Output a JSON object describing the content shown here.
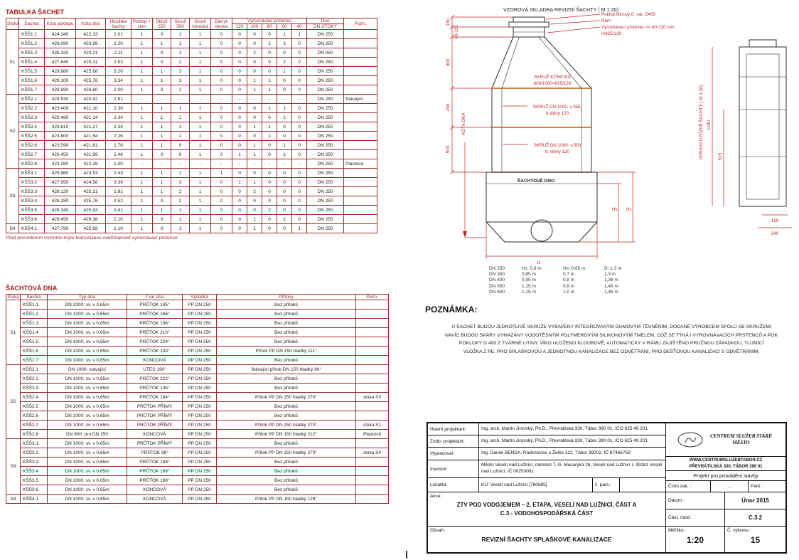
{
  "colors": {
    "accent_red": "#c22525",
    "table_border": "#9a2b2b",
    "seal_orange": "#cc5500"
  },
  "tabulka_sachet": {
    "title": "TABULKA ŠACHET",
    "footnote": "Před provedením vrchního krytu komunikace ověřit/upravit vyrovnávací prstence",
    "headers": {
      "stoka": "Stoka",
      "sachta": "Šachta",
      "kota_poklopu": "Kóta poklopu",
      "kota_dna": "Kóta dna",
      "hloubka": "Hloubka šachty",
      "poklop_ram": "Poklop + rám",
      "skruz_250": "Skruž 250",
      "skruz_500": "Skruž 500",
      "skruz_konicka": "Skruž kónická",
      "zakryt_deska": "Zákryt. deska",
      "prstenec": "Vyrovnávací prstenec",
      "prstenec_sub": [
        "120",
        "100",
        "80",
        "60",
        "40"
      ],
      "dno": "Dno",
      "dno_sub": "DN STOKY",
      "pozn": "Pozn."
    },
    "groups": [
      {
        "stoka": "S1",
        "rows": [
          [
            "KŠŠ1.1",
            "424.340",
            "422,33",
            "2.01",
            "1",
            "0",
            "1",
            "1",
            "0",
            "0",
            "0",
            "0",
            "1",
            "1",
            "DN 250",
            ""
          ],
          [
            "KŠŠ1.2",
            "426.090",
            "423,89",
            "2.20",
            "1",
            "1",
            "1",
            "1",
            "0",
            "0",
            "0",
            "1",
            "1",
            "0",
            "DN 250",
            ""
          ],
          [
            "KŠŠ1.3",
            "426.320",
            "424,21",
            "2.11",
            "1",
            "0",
            "1",
            "1",
            "0",
            "0",
            "2",
            "0",
            "0",
            "0",
            "DN 250",
            ""
          ],
          [
            "KŠŠ1.4",
            "427.840",
            "425,31",
            "2.53",
            "1",
            "0",
            "2",
            "1",
            "0",
            "0",
            "0",
            "0",
            "2",
            "0",
            "DN 250",
            ""
          ],
          [
            "KŠŠ1.5",
            "428.880",
            "425,68",
            "3.20",
            "1",
            "1",
            "3",
            "1",
            "0",
            "0",
            "0",
            "0",
            "1",
            "0",
            "DN 250",
            ""
          ],
          [
            "KŠŠ1.6",
            "429.100",
            "425,76",
            "3.34",
            "1",
            "1",
            "3",
            "1",
            "0",
            "0",
            "1",
            "1",
            "0",
            "0",
            "DN 250",
            ""
          ],
          [
            "KŠŠ1.7",
            "428.690",
            "426,60",
            "2.09",
            "1",
            "0",
            "1",
            "1",
            "0",
            "0",
            "1",
            "1",
            "0",
            "0",
            "DN 250",
            ""
          ]
        ]
      },
      {
        "stoka": "S2",
        "rows": [
          [
            "KŠŠ2.1",
            "423.530",
            "420,92",
            "2,61",
            "-",
            "-",
            "-",
            "-",
            "-",
            "-",
            "-",
            "-",
            "-",
            "-",
            "DN 250",
            "Stávající"
          ],
          [
            "KŠŠ2.2",
            "423.400",
            "421,10",
            "2.30",
            "1",
            "1",
            "1",
            "1",
            "0",
            "0",
            "0",
            "1",
            "1",
            "0",
            "DN 250",
            ""
          ],
          [
            "KŠŠ2.3",
            "423.480",
            "421,14",
            "2.34",
            "1",
            "1",
            "1",
            "1",
            "0",
            "0",
            "0",
            "0",
            "1",
            "0",
            "DN 250",
            ""
          ],
          [
            "KŠŠ2.4",
            "423.610",
            "421,27",
            "2.34",
            "1",
            "1",
            "1",
            "1",
            "0",
            "0",
            "1",
            "1",
            "0",
            "0",
            "DN 250",
            ""
          ],
          [
            "KŠŠ2.5",
            "423.800",
            "421,54",
            "2.26",
            "1",
            "1",
            "1",
            "1",
            "0",
            "0",
            "0",
            "1",
            "0",
            "0",
            "DN 250",
            ""
          ],
          [
            "KŠŠ2.6",
            "423.590",
            "421,81",
            "1.78",
            "1",
            "1",
            "0",
            "1",
            "0",
            "0",
            "1",
            "0",
            "1",
            "0",
            "DN 250",
            ""
          ],
          [
            "KŠŠ2.7",
            "423.450",
            "421,99",
            "1.46",
            "1",
            "0",
            "0",
            "1",
            "0",
            "1",
            "1",
            "0",
            "1",
            "0",
            "DN 250",
            ""
          ],
          [
            "KŠŠ2.8",
            "423.260",
            "422,26",
            "1,00",
            "-",
            "-",
            "-",
            "-",
            "-",
            "-",
            "-",
            "-",
            "-",
            "-",
            "DN 250",
            "Plastová"
          ]
        ]
      },
      {
        "stoka": "S3",
        "rows": [
          [
            "KŠŠ3.1",
            "425.960",
            "423,53",
            "2.43",
            "1",
            "1",
            "1",
            "1",
            "1",
            "0",
            "0",
            "0",
            "0",
            "0",
            "DN 250",
            ""
          ],
          [
            "KŠŠ3.2",
            "427.950",
            "424,56",
            "3.39",
            "1",
            "1",
            "3",
            "1",
            "0",
            "1",
            "1",
            "0",
            "0",
            "0",
            "DN 250",
            ""
          ],
          [
            "KŠŠ3.3",
            "428.120",
            "425,21",
            "2.91",
            "1",
            "1",
            "2",
            "1",
            "0",
            "0",
            "2",
            "0",
            "0",
            "0",
            "DN 250",
            ""
          ],
          [
            "KŠŠ3.4",
            "428.280",
            "425,76",
            "2.52",
            "1",
            "0",
            "2",
            "1",
            "0",
            "0",
            "0",
            "0",
            "0",
            "0",
            "DN 250",
            ""
          ],
          [
            "KŠŠ3.5",
            "428.340",
            "425,93",
            "2.41",
            "1",
            "1",
            "1",
            "1",
            "0",
            "0",
            "0",
            "2",
            "0",
            "0",
            "DN 250",
            ""
          ],
          [
            "KŠŠ3.6",
            "428.450",
            "426,38",
            "2.10",
            "1",
            "0",
            "1",
            "1",
            "0",
            "0",
            "1",
            "0",
            "1",
            "0",
            "DN 250",
            ""
          ]
        ]
      },
      {
        "stoka": "S4",
        "rows": [
          [
            "KŠŠ4.1",
            "427.790",
            "425,69",
            "2.10",
            "1",
            "0",
            "1",
            "1",
            "0",
            "0",
            "1",
            "0",
            "0",
            "1",
            "DN 250",
            ""
          ]
        ]
      }
    ]
  },
  "sachtova_dna": {
    "title": "ŠACHTOVÁ DNA",
    "headers": [
      "Stoka",
      "Šachta",
      "Typ dna",
      "Tvar dna",
      "Výstelka",
      "Přítoky",
      "Pozn."
    ],
    "groups": [
      {
        "stoka": "S1",
        "rows": [
          [
            "KŠŠ1.1",
            "DN 1000; sv. v 0,65m",
            "PRŮTOK 145°",
            "PP DN 250",
            "Bez přítoků",
            ""
          ],
          [
            "KŠŠ1.2",
            "DN 1000; sv. v 0,65m",
            "PRŮTOK 266°",
            "PP DN 250",
            "Bez přítoků",
            ""
          ],
          [
            "KŠŠ1.3",
            "DN 1000; sv. v 0,65m",
            "PRŮTOK 196°",
            "PP DN 250",
            "Bez přítoků",
            ""
          ],
          [
            "KŠŠ1.4",
            "DN 1000; sv. v 0,65m",
            "PRŮTOK 210°",
            "PP DN 250",
            "Bez přítoků",
            ""
          ],
          [
            "KŠŠ1.5",
            "DN 1000; sv. v 0,65m",
            "PRŮTOK 224°",
            "PP DN 250",
            "Bez přítoků",
            ""
          ],
          [
            "KŠŠ1.6",
            "DN 1000; sv. v 0,65m",
            "PRŮTOK 243°",
            "PP DN 250",
            "Přítok PP DN 150 hladký 111°",
            ""
          ],
          [
            "KŠŠ1.7",
            "DN 1000; sv. v 0,65m",
            "KONCOVÁ",
            "PP DN 250",
            "Bez přítoků",
            ""
          ]
        ]
      },
      {
        "stoka": "S2",
        "rows": [
          [
            "KŠŠ2.1",
            "DN 1000; stávající",
            "ÚTES 190°",
            "PP DN 250",
            "Stávající přítok DN 150 hladký 80°",
            ""
          ],
          [
            "KŠŠ2.2",
            "DN 1000; sv. v 0,65m",
            "PRŮTOK 222°",
            "PP DN 250",
            "Bez přítoků",
            ""
          ],
          [
            "KŠŠ2.3",
            "DN 1000; sv. v 0,65m",
            "PRŮTOK 145°",
            "PP DN 250",
            "Bez přítoků",
            ""
          ],
          [
            "KŠŠ2.4",
            "DN 1000; sv. v 0,65m",
            "PRŮTOK 184°",
            "PP DN 250",
            "Přítok PP DN 250 hladký 270°",
            "stoka S3"
          ],
          [
            "KŠŠ2.5",
            "DN 1000; sv. v 0,65m",
            "PRŮTOK PŘÍMÝ",
            "PP DN 250",
            "Bez přítoků",
            ""
          ],
          [
            "KŠŠ2.6",
            "DN 1000; sv. v 0,65m",
            "PRŮTOK PŘÍMÝ",
            "PP DN 250",
            "Bez přítoků",
            ""
          ],
          [
            "KŠŠ2.7",
            "DN 1000; sv. v 0,65m",
            "PRŮTOK PŘÍMÝ",
            "PP DN 250",
            "Přítok PP DN 250 hladký 270°",
            "stoka S1"
          ],
          [
            "KŠŠ2.8",
            "DN 800; pro DN 250",
            "KONCOVÁ",
            "PP DN 250",
            "Přítok PP DN 150 hladký 212°",
            "Plastová"
          ]
        ]
      },
      {
        "stoka": "S3",
        "rows": [
          [
            "KŠŠ3.1",
            "DN 1000; sv. v 0,65m",
            "PRŮTOK PŘÍMÝ",
            "PP DN 250",
            "Bez přítoků",
            ""
          ],
          [
            "KŠŠ3.2",
            "DN 1000; sv. v 0,65m",
            "PRŮTOK 98°",
            "PP DN 250",
            "Přítok PP DN 250 hladký 270°",
            "stoka S4"
          ],
          [
            "KŠŠ3.3",
            "DN 1000; sv. v 0,65m",
            "PRŮTOK 188°",
            "PP DN 250",
            "Bez přítoků",
            ""
          ],
          [
            "KŠŠ3.4",
            "DN 1000; sv. v 0,65m",
            "PRŮTOK 166°",
            "PP DN 250",
            "Bez přítoků",
            ""
          ],
          [
            "KŠŠ3.5",
            "DN 1000; sv. v 0,65m",
            "PRŮTOK 198°",
            "PP DN 250",
            "Bez přítoků",
            ""
          ],
          [
            "KŠŠ3.6",
            "DN 1000; sv. v 0,65m",
            "KONCOVÁ",
            "PP DN 250",
            "Bez přítoků",
            ""
          ]
        ]
      },
      {
        "stoka": "S4",
        "rows": [
          [
            "KŠŠ4.1",
            "DN 1000; sv. v 0,65m",
            "KONCOVÁ",
            "PP DN 250",
            "Přítok PP DN 150 hladký 129°",
            ""
          ]
        ]
      }
    ]
  },
  "diagram": {
    "title": "VZOROVÁ SKLADBA REVIZNÍ ŠACHTY ( M 1:20)",
    "top_note": [
      "Poklop litinový tř. zat. D400",
      "Rám",
      "Vyrovnávací prstenec n= 40-120 mm",
      "n/625/120"
    ],
    "label_konicka": [
      "SKRUŽ KÓNICKÁ",
      "600/1000×625/120"
    ],
    "label_skruz250": [
      "SKRUŽ DN 1000, v.250,",
      "tl.stěny 120"
    ],
    "label_skruz500": [
      "SKRUŽ DN 1000, v.500",
      "tl. stěny 120"
    ],
    "label_dno": "ŠACHTOVÉ DNO",
    "kota_dna": "KÓTA DNA",
    "dims_left": [
      "160",
      "40-120",
      "600",
      "250",
      "500"
    ],
    "dim_hs": "Hs",
    "dim_hc": "Hc",
    "dim_d": "D",
    "uprava_title": "ÚPRAVA U NÍZKÉ ŠACHTY ( M 1:20)",
    "dim_1240": "1240",
    "dim_625": "625",
    "dim_190": "190",
    "dim_240": "240",
    "dn_table": [
      [
        "DN 250",
        "Hc: 0,8 m",
        "Hs: 0,65 m",
        "D: 1,3 m"
      ],
      [
        "DN 300",
        "0,85 m",
        "0,7 m",
        "1,3 m"
      ],
      [
        "DN 400",
        "0,95 m",
        "0,8 m",
        "1,38 m"
      ],
      [
        "DN 500",
        "1,15 m",
        "0,9 m",
        "1,46 m"
      ],
      [
        "DN 600",
        "1,15 m",
        "1,0 m",
        "1,46 m"
      ]
    ]
  },
  "poznamka": {
    "title": "POZNÁMKA:",
    "lines": [
      "U ŠACHET BUDOU JEDNOTLIVÉ SKRUŽE VYBAVENY INTEGROVANÝM GUMOVÝM TĚSNĚNÍM, DODANÉ VÝROBCEM SPOLU SE SKRUŽEMI",
      "NAVÍC BUDOU SPÁRY VYMAZÁNY VODOTĚSNÝM POLYMEROVÝM SILIKONOVÝM TMELEM, COŽ SE TÝKÁ I VYROVNÁVACÍCH PRSTENCŮ A POK",
      "POKLOPY D 400 Z TVÁRNÉ LITINY, VÍKO ULOŽENO KLOUBOVĚ, AUTOMATICKY V RÁMU ZAJIŠTĚNO PRUŽNOU ZÁPADKOU, TLUMÍCÍ",
      "VLOŽKA Z PE. PRO SPLAŠKOVOU A JEDNOTNOU KANALIZACE BEZ ODVĚTRÁNÍ, PRO DEŠŤOVOU KANALIZACI S ODVĚTRÁNÍM."
    ]
  },
  "titleblock": {
    "rows": [
      {
        "label": "Hlavní projektant:",
        "value": "Ing. arch. Martin Jirovský, Ph.D., Převrátilská 330, Tábor 390 01, IČO 625 49 201"
      },
      {
        "label": "Zodp. projektant:",
        "value": "Ing. arch. Martin Jirovský, Ph.D., Převrátilská 330, Tábor 390 01, IČO 625 49 201"
      },
      {
        "label": "Vypracoval:",
        "value": "Ing. Daniel BENDA, Radimovice u Želče 122, Tábor 39002, IČ 87466759"
      },
      {
        "label": "Investor:",
        "value": "Město Veselí nad Lužnicí, náměstí T. G. Masaryka 26, Veselí nad Lužnicí I, 39181 Veselí nad Lužnicí, IČ 00253081"
      }
    ],
    "lokalita_label": "Lokalita:",
    "lokalita_value": "KÚ: Veselí nad Lužnicí [780685]",
    "parc_label": "č. parc.:",
    "logo_name": "CENTRUM SLUŽEB STARÉ MĚSTO",
    "logo_web": "WWW.CENTRUMSLUZEBTABOR.CZ",
    "logo_addr": "PŘEVRÁTILSKÁ 330, TÁBOR 390 01",
    "phase": "Projekt pro provádění stavby",
    "cislo_zak_label": "Číslo zak. :",
    "cislo_zak_value": "...",
    "pare_label": "Paré :",
    "akce_label": "Akce:",
    "akce_line1": "ZTV POD VODOJEMEM – 2. ETAPA, VESELÍ NAD LUŽNICÍ, ČÁST A",
    "akce_line2": "C.3 - VODOHOSPODÁŘSKÁ ČÁST",
    "datum_label": "Datum :",
    "datum_value": "Únor 2015",
    "cast_label": "Část. části:",
    "cast_value": "C.3.2",
    "obsah_label": "Obsah:",
    "obsah_value": "REVIZNÍ ŠACHTY SPLAŠKOVÉ KANALIZACE",
    "meritko_label": "Měřítko :",
    "meritko_value": "1:20",
    "vykres_label": "Č. výkresu :",
    "vykres_value": "15"
  }
}
